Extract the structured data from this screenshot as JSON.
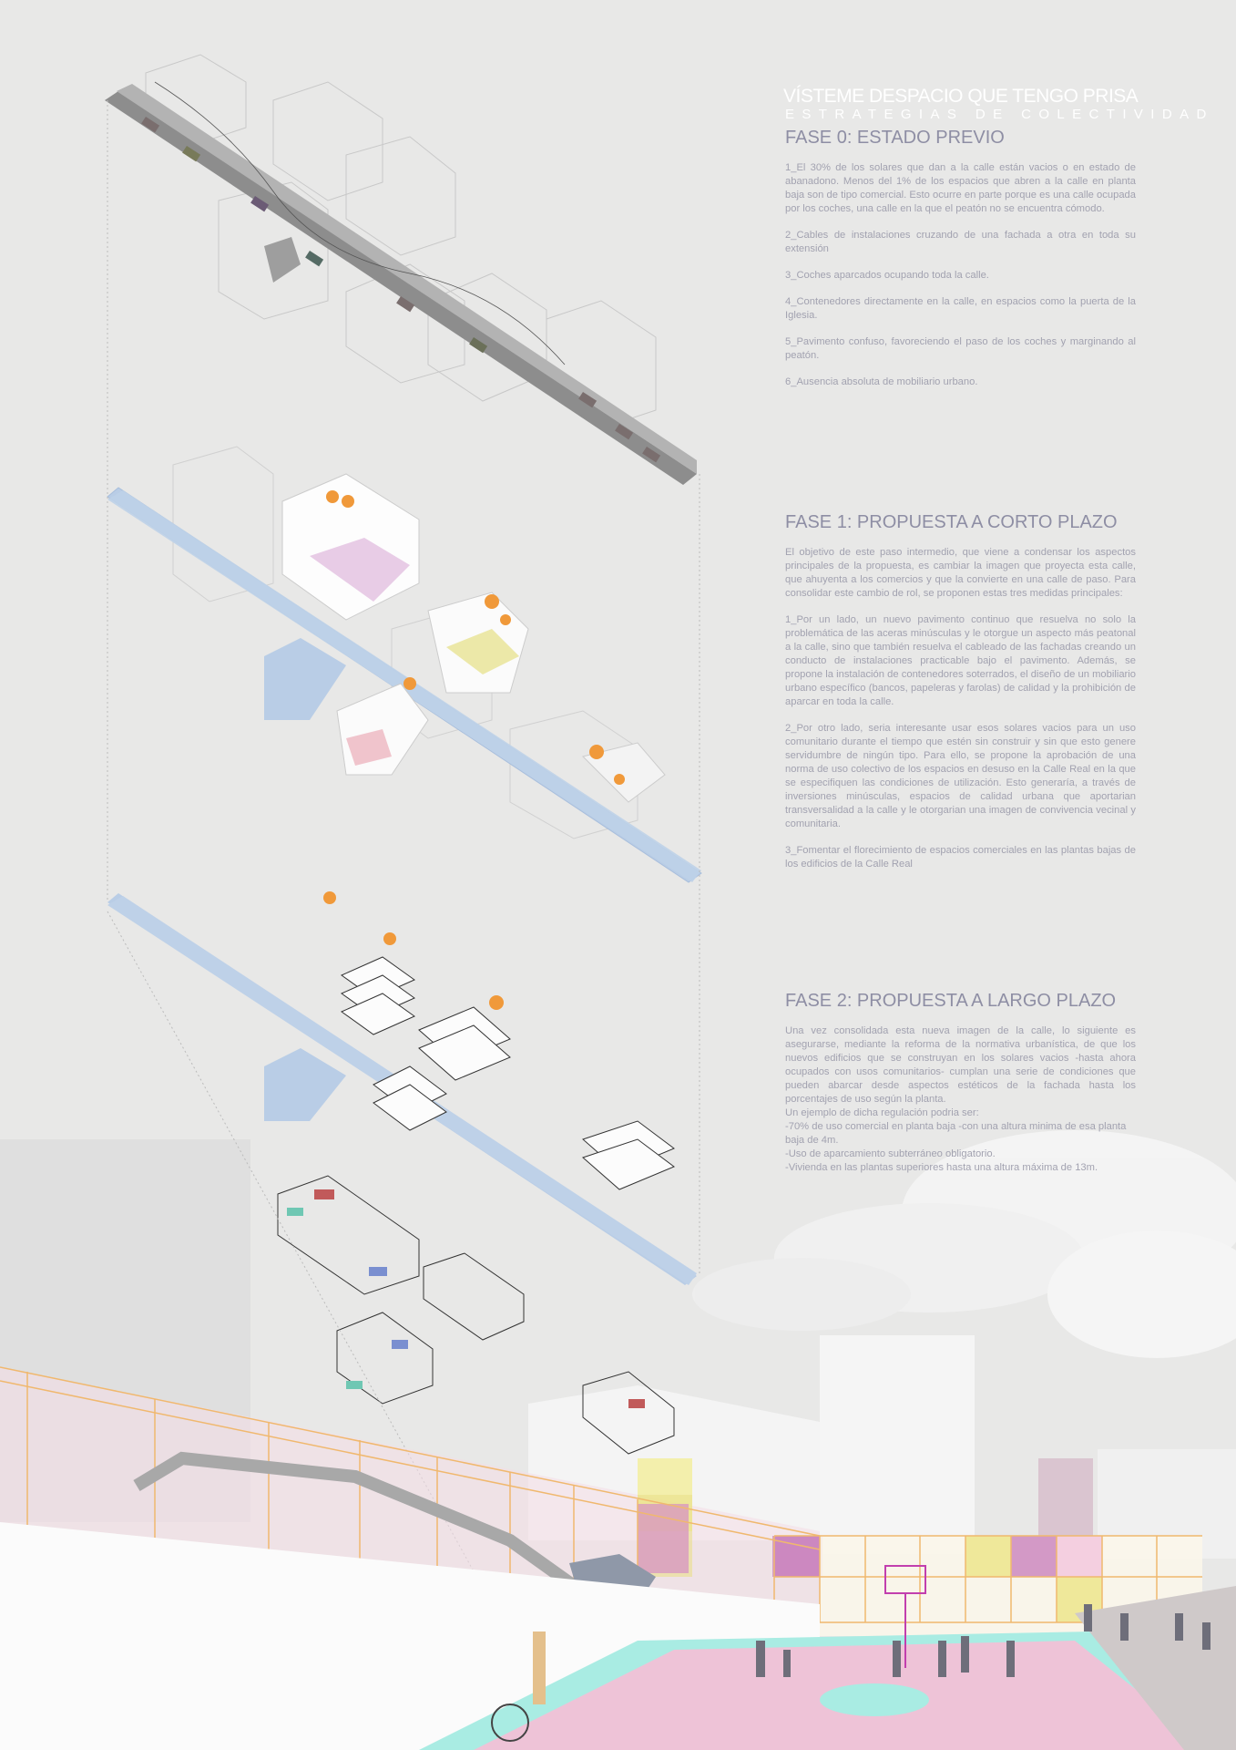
{
  "header": {
    "title": "VÍSTEME DESPACIO QUE TENGO PRISA",
    "subtitle": "ESTRATEGIAS DE COLECTIVIDAD"
  },
  "fase0": {
    "heading": "FASE 0: ESTADO PREVIO",
    "items": [
      "1_El 30% de los solares que dan a la calle están vacios o en estado de abanadono. Menos del 1% de los espacios que abren a la calle en planta baja son de tipo comercial. Esto ocurre en parte porque es una calle ocupada por los coches, una calle en la que el peatón no se encuentra cómodo.",
      "2_Cables de instalaciones cruzando de una fachada a otra en toda su extensión",
      "3_Coches aparcados ocupando toda la calle.",
      "4_Contenedores directamente en la calle, en espacios como la puerta de la Iglesia.",
      "5_Pavimento confuso, favoreciendo el paso de los coches y marginando al peatón.",
      "6_Ausencia absoluta de mobiliario urbano."
    ]
  },
  "fase1": {
    "heading": "FASE 1: PROPUESTA A CORTO PLAZO",
    "intro": "El objetivo de este paso intermedio, que viene a condensar los aspectos principales de la propuesta, es cambiar la imagen que proyecta esta calle, que ahuyenta a los comercios y que la convierte en una calle de paso. Para consolidar este cambio de rol, se proponen estas tres medidas principales:",
    "items": [
      "1_Por un lado, un nuevo pavimento continuo que resuelva no solo la problemática de las aceras minúsculas y le otorgue un aspecto más peatonal a la calle, sino que también resuelva el cableado de las fachadas creando un conducto de instalaciones practicable bajo el pavimento. Además, se propone la instalación de contenedores soterrados, el diseño de un mobiliario urbano específico (bancos, papeleras y farolas) de calidad y la prohibición de aparcar en toda la calle.",
      "2_Por otro lado, seria interesante usar esos solares vacios para un uso comunitario durante el tiempo que estén sin construir y sin que esto genere servidumbre de ningún tipo. Para ello, se propone la aprobación de una norma de uso colectivo de los espacios en desuso en la Calle Real en la que se especifiquen las condiciones de utilización. Esto generaría, a través de inversiones minúsculas, espacios de calidad urbana que aportarian transversalidad a la calle y le otorgarian una imagen de convivencia vecinal y comunitaria.",
      "3_Fomentar el florecimiento de espacios comerciales en las plantas bajas de los edificios de la Calle Real"
    ]
  },
  "fase2": {
    "heading": "FASE 2: PROPUESTA A LARGO PLAZO",
    "intro": "Una vez consolidada esta nueva imagen de la calle, lo siguiente es asegurarse, mediante la reforma de la normativa urbanística, de que los nuevos edificios que se construyan en los solares vacios -hasta ahora ocupados con usos comunitarios- cumplan una serie de condiciones que pueden abarcar desde aspectos estéticos de la fachada hasta los porcentajes de uso según la planta.",
    "lead": "Un ejemplo de dicha regulación podria ser:",
    "items": [
      "-70% de uso comercial en planta baja -con una altura minima de esa planta baja de 4m.",
      "-Uso de aparcamiento subterráneo obligatorio.",
      "-Vivienda en las plantas superiores hasta una altura máxima de 13m."
    ]
  },
  "colors": {
    "street_existing": "#9b9b9b",
    "street_proposed": "#b9cde6",
    "pink": "#e9c3da",
    "yellow": "#ece9a6",
    "orange_lines": "#f0b86e",
    "text": "#a2a2b0"
  }
}
